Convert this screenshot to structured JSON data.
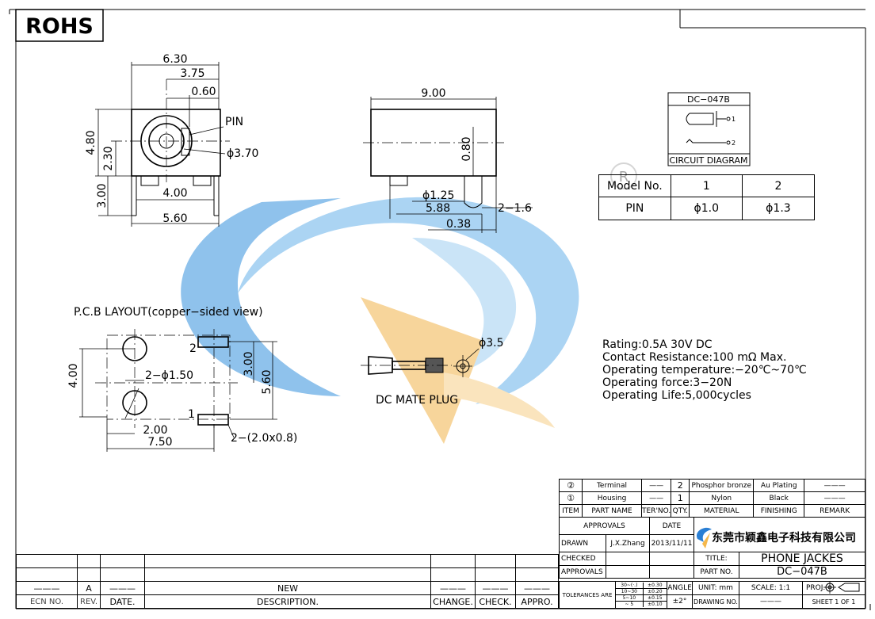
{
  "rohs_label": "ROHS",
  "front_view": {
    "dim_overall_width": "6.30",
    "dim_center_offset": "3.75",
    "dim_pin_offset": "0.60",
    "pin_label": "PIN",
    "dim_hole_dia": "ϕ3.70",
    "dim_height": "4.80",
    "dim_center_height": "2.30",
    "dim_leg_length": "3.00",
    "dim_leg_inner": "4.00",
    "dim_leg_outer": "5.60"
  },
  "side_view": {
    "dim_length": "9.00",
    "dim_pin_height": "0.80",
    "dim_pin_dia": "ϕ1.25",
    "dim_pin_pos": "5.88",
    "dim_pin_range": "2−1.6",
    "dim_leg_offset": "0.38"
  },
  "circuit": {
    "model": "DC−047B",
    "pin1": "1",
    "pin2": "2",
    "caption": "CIRCUIT DIAGRAM"
  },
  "pin_table": {
    "header": [
      "Model No.",
      "1",
      "2"
    ],
    "row": [
      "PIN",
      "ϕ1.0",
      "ϕ1.3"
    ]
  },
  "pcb": {
    "title": "P.C.B LAYOUT(copper−sided view)",
    "dim_hole_dia": "2−ϕ1.50",
    "dim_height_4": "4.00",
    "dim_height_3": "3.00",
    "dim_height_56": "5.60",
    "dim_width_2": "2.00",
    "dim_width_75": "7.50",
    "dim_slot": "2−(2.0x0.8)",
    "pad1": "1",
    "pad2": "2"
  },
  "mate_plug": {
    "label": "DC MATE PLUG",
    "dim": "ϕ3.5"
  },
  "specs": [
    "Rating:0.5A 30V DC",
    "Contact Resistance:100 mΩ Max.",
    "Operating temperature:−20℃~70℃",
    "Operating force:3−20N",
    "Operating Life:5,000cycles"
  ],
  "bom": {
    "rows": [
      {
        "item": "②",
        "part": "Terminal",
        "ter": "——",
        "qty": "2",
        "material": "Phosphor bronze",
        "finishing": "Au Plating",
        "remark": "———"
      },
      {
        "item": "①",
        "part": "Housing",
        "ter": "——",
        "qty": "1",
        "material": "Nylon",
        "finishing": "Black",
        "remark": "———"
      }
    ],
    "header": {
      "item": "ITEM",
      "part": "PART NAME",
      "ter": "TER'NO.",
      "qty": "QTY.",
      "material": "MATERIAL",
      "finishing": "FINISHING",
      "remark": "REMARK"
    }
  },
  "title_block": {
    "approvals_hdr": "APPROVALS",
    "date_hdr": "DATE",
    "drawn_label": "DRAWN",
    "drawn_by": "J.X.Zhang",
    "drawn_date": "2013/11/11",
    "checked_label": "CHECKED",
    "approvals_label": "APPROVALS",
    "company": "东莞市颖鑫电子科技有限公司",
    "title_label": "TITLE:",
    "title_value": "PHONE JACKES",
    "part_no_label": "PART NO.",
    "part_no_value": "DC−047B",
    "tolerances_label": "TOLERANCES ARE",
    "tol_ranges": [
      "30~(·.)",
      "10~30",
      "5~10",
      "~ 5"
    ],
    "tol_values": [
      "±0.30",
      "±0.20",
      "±0.15",
      "±0.10"
    ],
    "angle_label": "ANGLE",
    "angle_value": "±2°",
    "unit": "UNIT: mm",
    "scale": "SCALE:  1:1",
    "proj": "PROJ.",
    "drawing_no": "DRAWING NO.",
    "drawing_no_value": "———",
    "sheet": "SHEET  1  OF  1"
  },
  "revision": {
    "ecn_label": "ECN NO.",
    "rev_label": "REV.",
    "date_label": "DATE.",
    "desc_label": "DESCRIPTION.",
    "change_label": "CHANGE.",
    "check_label": "CHECK.",
    "appro_label": "APPRO.",
    "rev_value": "A",
    "desc_value": "NEW",
    "dash": "———"
  },
  "colors": {
    "watermark_blue": "#3c8fd6",
    "watermark_orange": "#f5c77a",
    "logo_blue": "#2a7fd4"
  }
}
